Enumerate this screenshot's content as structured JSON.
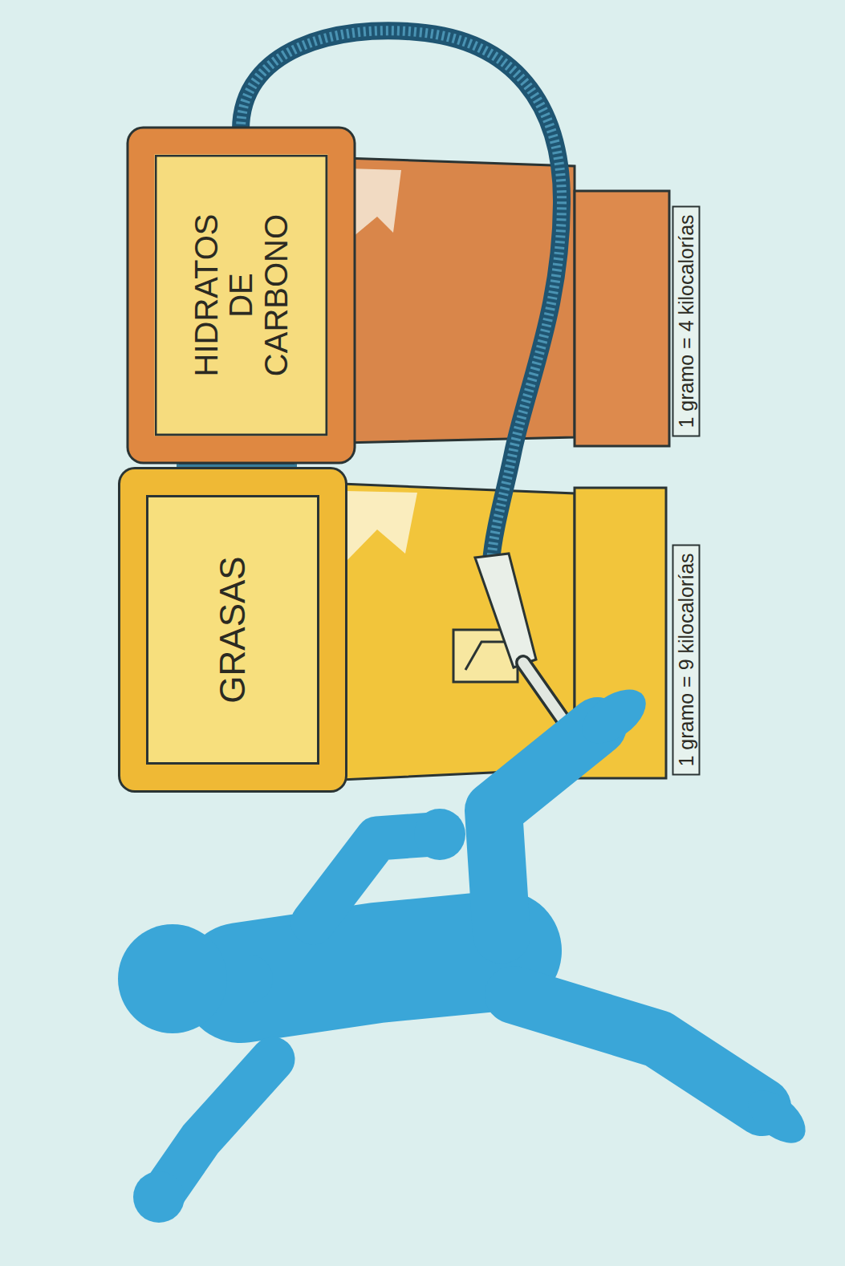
{
  "diagram": {
    "nodes": [
      {
        "text": [
          "GRASAS"
        ]
      },
      {
        "text": [
          "HIDRATOS DE CARBONO"
        ]
      },
      {
        "text": [
          "1 gramo = 9 kilocalorías"
        ]
      },
      {
        "text": [
          "1 gramo = 4 kilocalorías"
        ]
      }
    ],
    "edges": [
      {
        "from": 0,
        "to": 1,
        "arrow": "none"
      }
    ]
  }
}
